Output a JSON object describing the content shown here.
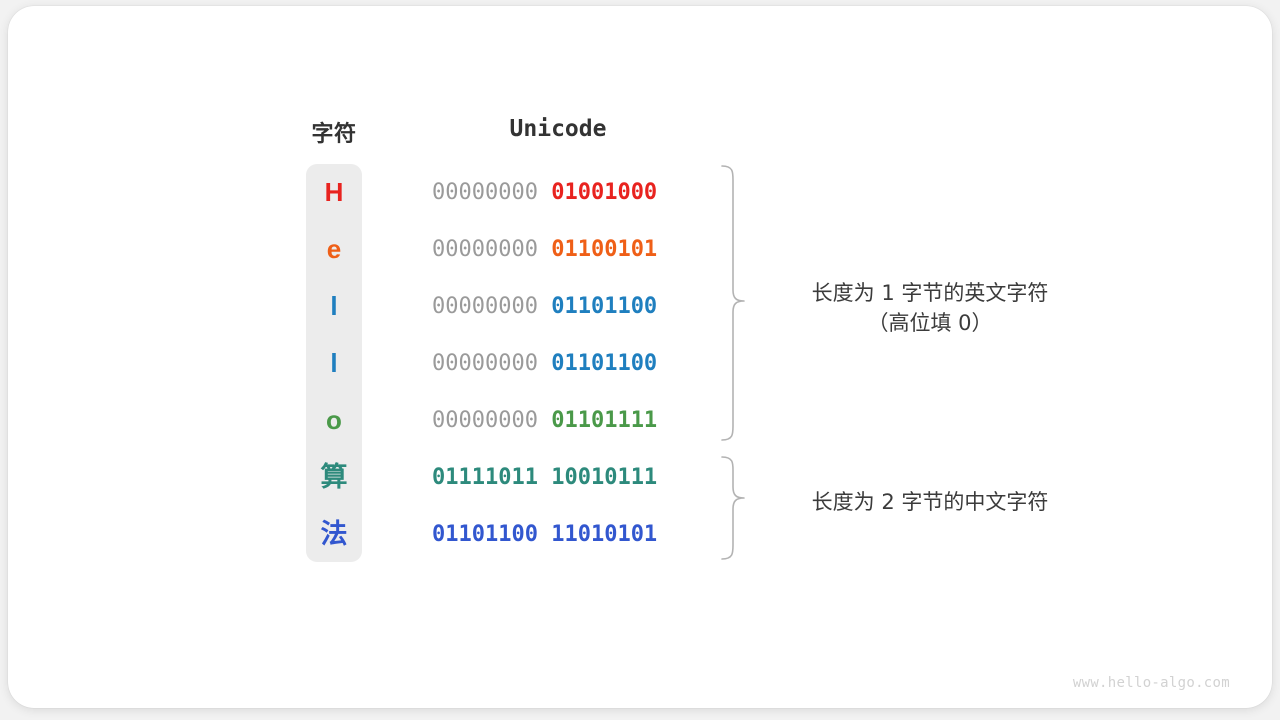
{
  "watermark": "www.hello-algo.com",
  "table": {
    "headers": {
      "char": "字符",
      "unicode": "Unicode"
    },
    "rows": [
      {
        "char": "H",
        "color": "#e8231f",
        "high_byte": "00000000",
        "low_byte": "01001000",
        "high_dim": true
      },
      {
        "char": "e",
        "color": "#ef5f17",
        "high_byte": "00000000",
        "low_byte": "01100101",
        "high_dim": true
      },
      {
        "char": "l",
        "color": "#1f7fbf",
        "high_byte": "00000000",
        "low_byte": "01101100",
        "high_dim": true
      },
      {
        "char": "l",
        "color": "#1f7fbf",
        "high_byte": "00000000",
        "low_byte": "01101100",
        "high_dim": true
      },
      {
        "char": "o",
        "color": "#4a9949",
        "high_byte": "00000000",
        "low_byte": "01101111",
        "high_dim": true
      },
      {
        "char": "算",
        "color": "#2d8a7c",
        "high_byte": "01111011",
        "low_byte": "10010111",
        "high_dim": false
      },
      {
        "char": "法",
        "color": "#3257cf",
        "high_byte": "01101100",
        "low_byte": "11010101",
        "high_dim": false
      }
    ]
  },
  "annotations": {
    "one_byte": {
      "line1": "长度为 1 字节的英文字符",
      "line2": "（高位填 0）"
    },
    "two_byte": {
      "line1": "长度为 2 字节的中文字符",
      "line2": ""
    }
  },
  "colors": {
    "panel_background": "#ececec",
    "card_background": "#ffffff",
    "page_background": "#f2f2f2",
    "header_text": "#333333",
    "dim_bits": "#9a9a9a",
    "brace_stroke": "#b3b3b3",
    "annotation_text": "#3b3b3b",
    "watermark_text": "#d2d2d2"
  },
  "icons": {
    "brace_one_byte": "curly-brace-right",
    "brace_two_byte": "curly-brace-right"
  }
}
